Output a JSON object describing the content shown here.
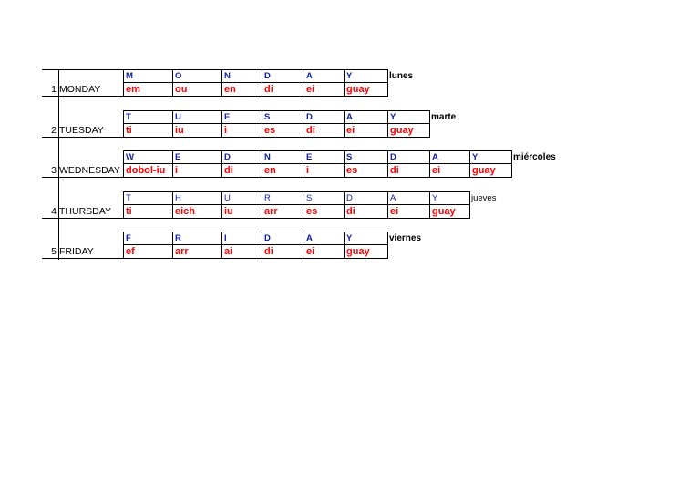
{
  "days": [
    {
      "number": "1",
      "english": "MONDAY",
      "spanish": "lunes",
      "letters": [
        "M",
        "O",
        "N",
        "D",
        "A",
        "Y"
      ],
      "sounds": [
        "em",
        "ou",
        "en",
        "di",
        "ei",
        "guay"
      ]
    },
    {
      "number": "2",
      "english": "TUESDAY",
      "spanish": "marte",
      "letters": [
        "T",
        "U",
        "E",
        "S",
        "D",
        "A",
        "Y"
      ],
      "sounds": [
        "ti",
        "iu",
        "i",
        "es",
        "di",
        "ei",
        "guay"
      ]
    },
    {
      "number": "3",
      "english": "WEDNESDAY",
      "spanish": "miércoles",
      "letters": [
        "W",
        "E",
        "D",
        "N",
        "E",
        "S",
        "D",
        "A",
        "Y"
      ],
      "sounds": [
        "dobol-iu",
        "i",
        "di",
        "en",
        "i",
        "es",
        "di",
        "ei",
        "guay"
      ]
    },
    {
      "number": "4",
      "english": "THURSDAY",
      "spanish": "jueves",
      "letters": [
        "T",
        "H",
        "U",
        "R",
        "S",
        "D",
        "A",
        "Y"
      ],
      "sounds": [
        "ti",
        "eich",
        "iu",
        "arr",
        "es",
        "di",
        "ei",
        "guay"
      ]
    },
    {
      "number": "5",
      "english": "FRIDAY",
      "spanish": "viernes",
      "letters": [
        "F",
        "R",
        "I",
        "D",
        "A",
        "Y"
      ],
      "sounds": [
        "ef",
        "arr",
        "ai",
        "di",
        "ei",
        "guay"
      ]
    }
  ]
}
